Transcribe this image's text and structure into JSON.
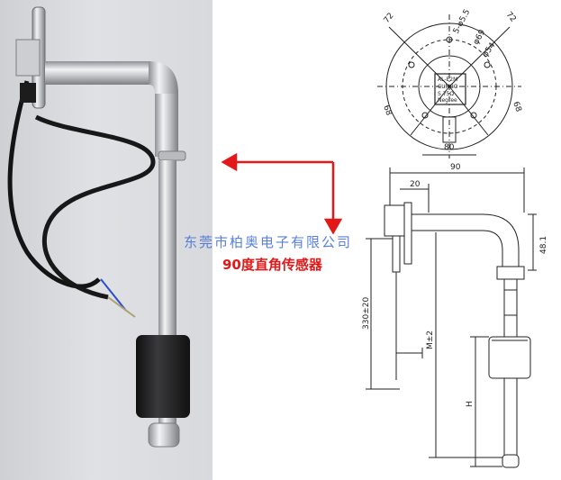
{
  "watermark_text": "东莞市柏奥电子有限公司",
  "label_text": "90度直角传感器",
  "colors": {
    "arrow": "#e31818",
    "watermark": "#3d6bd6",
    "label": "#e31818",
    "drawing_lines": "#222222"
  },
  "top_view": {
    "dim_top_left": "72",
    "dim_top_right": "72",
    "dim_bolt": "5-φ5.5",
    "dim_d1": "φ69",
    "dim_d2": "φ54",
    "dim_left": "68",
    "dim_right": "68",
    "dim_bottom": "80",
    "plate_line1": "AL-E2M",
    "plate_line2": "CUMBO",
    "plate_line3": "S 75Ω",
    "plate_line4": "Negree"
  },
  "side_view": {
    "dim_width": "90",
    "dim_flange": "20",
    "dim_bend": "48.1",
    "dim_length": "330±20",
    "dim_m": "M±2",
    "dim_h": "H"
  }
}
